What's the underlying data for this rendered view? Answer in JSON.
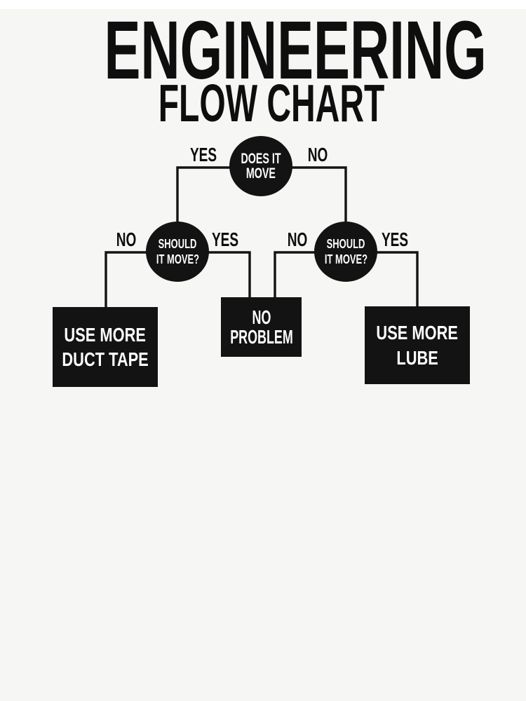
{
  "title": {
    "main": "ENGINEERING",
    "sub": "FLOW CHART"
  },
  "colors": {
    "background": "#f6f6f4",
    "top_band": "#ffffff",
    "ink": "#131313",
    "node_text": "#fdfdfd",
    "label_text": "#0e0e0e"
  },
  "flowchart": {
    "nodes": {
      "root": {
        "type": "decision",
        "line1": "DOES IT",
        "line2": "MOVE"
      },
      "left": {
        "type": "decision",
        "line1": "SHOULD",
        "line2": "IT MOVE?"
      },
      "right": {
        "type": "decision",
        "line1": "SHOULD",
        "line2": "IT MOVE?"
      }
    },
    "branches": {
      "root_yes": "YES",
      "root_no": "NO",
      "left_no": "NO",
      "left_yes": "YES",
      "right_no": "NO",
      "right_yes": "YES"
    },
    "results": {
      "duct_tape": {
        "line1": "USE MORE",
        "line2": "DUCT TAPE"
      },
      "no_problem": {
        "line1": "NO",
        "line2": "PROBLEM"
      },
      "lube": {
        "line1": "USE MORE",
        "line2": "LUBE"
      }
    }
  }
}
